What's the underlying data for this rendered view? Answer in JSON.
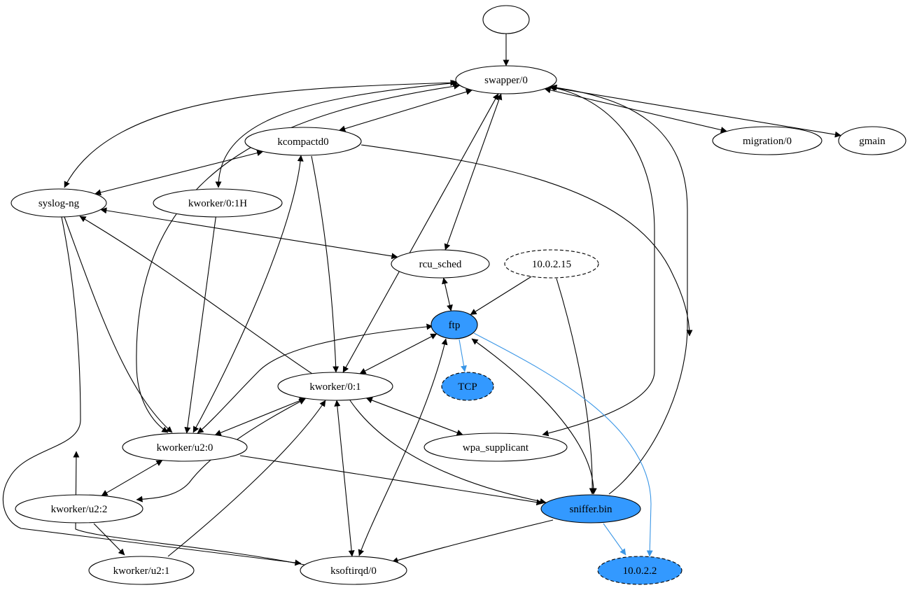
{
  "graph": {
    "colors": {
      "default_stroke": "#000000",
      "highlight_fill": "#3399ff",
      "highlight_edge": "#3a96e6",
      "node_fill": "#ffffff"
    },
    "nodes": [
      {
        "id": "root",
        "label": ""
      },
      {
        "id": "swapper",
        "label": "swapper/0"
      },
      {
        "id": "kcompactd",
        "label": "kcompactd0"
      },
      {
        "id": "migration",
        "label": "migration/0"
      },
      {
        "id": "gmain",
        "label": "gmain"
      },
      {
        "id": "syslog",
        "label": "syslog-ng"
      },
      {
        "id": "kworker01H",
        "label": "kworker/0:1H"
      },
      {
        "id": "rcu",
        "label": "rcu_sched"
      },
      {
        "id": "ip15",
        "label": "10.0.2.15",
        "style": "dashed"
      },
      {
        "id": "ftp",
        "label": "ftp",
        "highlight": true
      },
      {
        "id": "tcp",
        "label": "TCP",
        "highlight": true,
        "style": "dashed"
      },
      {
        "id": "kworker01",
        "label": "kworker/0:1"
      },
      {
        "id": "kworkeru20",
        "label": "kworker/u2:0"
      },
      {
        "id": "wpa",
        "label": "wpa_supplicant"
      },
      {
        "id": "kworkeru22",
        "label": "kworker/u2:2"
      },
      {
        "id": "sniffer",
        "label": "sniffer.bin",
        "highlight": true
      },
      {
        "id": "kworkeru21",
        "label": "kworker/u2:1"
      },
      {
        "id": "ksoftirqd",
        "label": "ksoftirqd/0"
      },
      {
        "id": "ip22",
        "label": "10.0.2.2",
        "highlight": true,
        "style": "dashed"
      }
    ],
    "edges": [
      {
        "from": "root",
        "to": "swapper",
        "dir": "forward"
      },
      {
        "from": "swapper",
        "to": "kcompactd",
        "dir": "both"
      },
      {
        "from": "swapper",
        "to": "migration",
        "dir": "both"
      },
      {
        "from": "swapper",
        "to": "gmain",
        "dir": "both"
      },
      {
        "from": "swapper",
        "to": "syslog",
        "dir": "both"
      },
      {
        "from": "swapper",
        "to": "kworker01H",
        "dir": "both"
      },
      {
        "from": "swapper",
        "to": "rcu",
        "dir": "both"
      },
      {
        "from": "swapper",
        "to": "kworker01",
        "dir": "both"
      },
      {
        "from": "swapper",
        "to": "kworkeru20",
        "dir": "both"
      },
      {
        "from": "swapper",
        "to": "wpa",
        "dir": "both"
      },
      {
        "from": "sniffer",
        "to": "swapper",
        "dir": "forward"
      },
      {
        "from": "kcompactd",
        "to": "syslog",
        "dir": "both"
      },
      {
        "from": "kcompactd",
        "to": "kworker01",
        "dir": "forward"
      },
      {
        "from": "kcompactd",
        "to": "kworkeru20",
        "dir": "both"
      },
      {
        "from": "kcompactd",
        "to": "sniffer",
        "dir": "forward"
      },
      {
        "from": "syslog",
        "to": "rcu",
        "dir": "both"
      },
      {
        "from": "kworker01",
        "to": "syslog",
        "dir": "forward"
      },
      {
        "from": "syslog",
        "to": "kworkeru20",
        "dir": "forward"
      },
      {
        "from": "syslog",
        "to": "kworkeru22",
        "dir": "forward"
      },
      {
        "from": "kworker01H",
        "to": "kworkeru20",
        "dir": "forward"
      },
      {
        "from": "rcu",
        "to": "ftp",
        "dir": "both"
      },
      {
        "from": "ip15",
        "to": "ftp",
        "dir": "forward"
      },
      {
        "from": "ip15",
        "to": "sniffer",
        "dir": "forward"
      },
      {
        "from": "ftp",
        "to": "tcp",
        "dir": "forward",
        "highlight": true
      },
      {
        "from": "ftp",
        "to": "ip22",
        "dir": "forward",
        "highlight": true
      },
      {
        "from": "ftp",
        "to": "kworker01",
        "dir": "both"
      },
      {
        "from": "ftp",
        "to": "kworkeru20",
        "dir": "both"
      },
      {
        "from": "ftp",
        "to": "sniffer",
        "dir": "both"
      },
      {
        "from": "ftp",
        "to": "ksoftirqd",
        "dir": "both"
      },
      {
        "from": "kworker01",
        "to": "kworkeru20",
        "dir": "both"
      },
      {
        "from": "kworker01",
        "to": "wpa",
        "dir": "both"
      },
      {
        "from": "kworker01",
        "to": "kworkeru22",
        "dir": "both"
      },
      {
        "from": "kworker01",
        "to": "ksoftirqd",
        "dir": "both"
      },
      {
        "from": "kworker01",
        "to": "sniffer",
        "dir": "forward"
      },
      {
        "from": "kworkeru21",
        "to": "kworker01",
        "dir": "forward"
      },
      {
        "from": "kworkeru20",
        "to": "kworkeru22",
        "dir": "both"
      },
      {
        "from": "kworkeru20",
        "to": "sniffer",
        "dir": "forward"
      },
      {
        "from": "kworkeru22",
        "to": "kworkeru21",
        "dir": "forward"
      },
      {
        "from": "ksoftirqd",
        "to": "kworkeru22",
        "dir": "forward"
      },
      {
        "from": "sniffer",
        "to": "ksoftirqd",
        "dir": "forward"
      },
      {
        "from": "sniffer",
        "to": "ip22",
        "dir": "forward",
        "highlight": true
      }
    ]
  }
}
